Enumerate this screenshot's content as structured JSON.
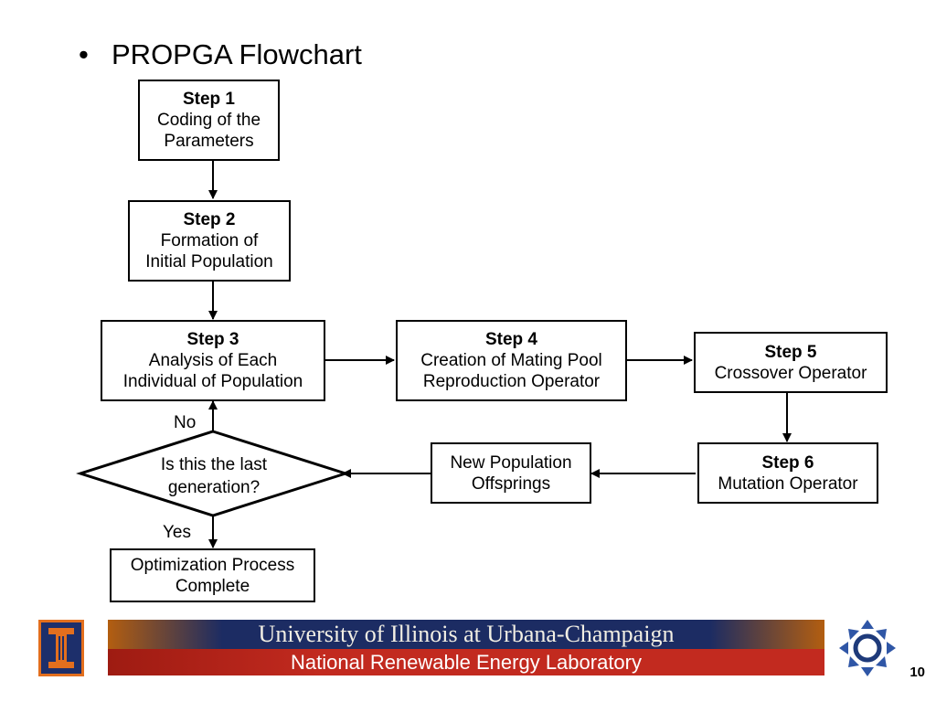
{
  "slide": {
    "bullet": "•",
    "title": "PROPGA Flowchart",
    "page_number": "10"
  },
  "flowchart": {
    "step1": {
      "heading": "Step 1",
      "lines": [
        "Coding of the",
        "Parameters"
      ]
    },
    "step2": {
      "heading": "Step 2",
      "lines": [
        "Formation of",
        "Initial Population"
      ]
    },
    "step3": {
      "heading": "Step 3",
      "lines": [
        "Analysis of Each",
        "Individual of Population"
      ]
    },
    "step4": {
      "heading": "Step 4",
      "lines": [
        "Creation of Mating Pool",
        "Reproduction Operator"
      ]
    },
    "step5": {
      "heading": "Step 5",
      "lines": [
        "Crossover Operator"
      ]
    },
    "step6": {
      "heading": "Step 6",
      "lines": [
        "Mutation Operator"
      ]
    },
    "new_population": {
      "lines": [
        "New Population",
        "Offsprings"
      ]
    },
    "decision": {
      "lines": [
        "Is this the last",
        "generation?"
      ]
    },
    "complete": {
      "lines": [
        "Optimization Process",
        "Complete"
      ]
    },
    "labels": {
      "no": "No",
      "yes": "Yes"
    }
  },
  "footer": {
    "university": "University of Illinois at Urbana-Champaign",
    "lab": "National Renewable Energy Laboratory",
    "colors": {
      "navy": "#1c2c63",
      "orange": "#e36f1e",
      "red": "#c22a1f",
      "nrel_blue": "#2f56a6"
    },
    "icons": [
      "illinois-logo-icon",
      "nrel-logo-icon"
    ]
  }
}
